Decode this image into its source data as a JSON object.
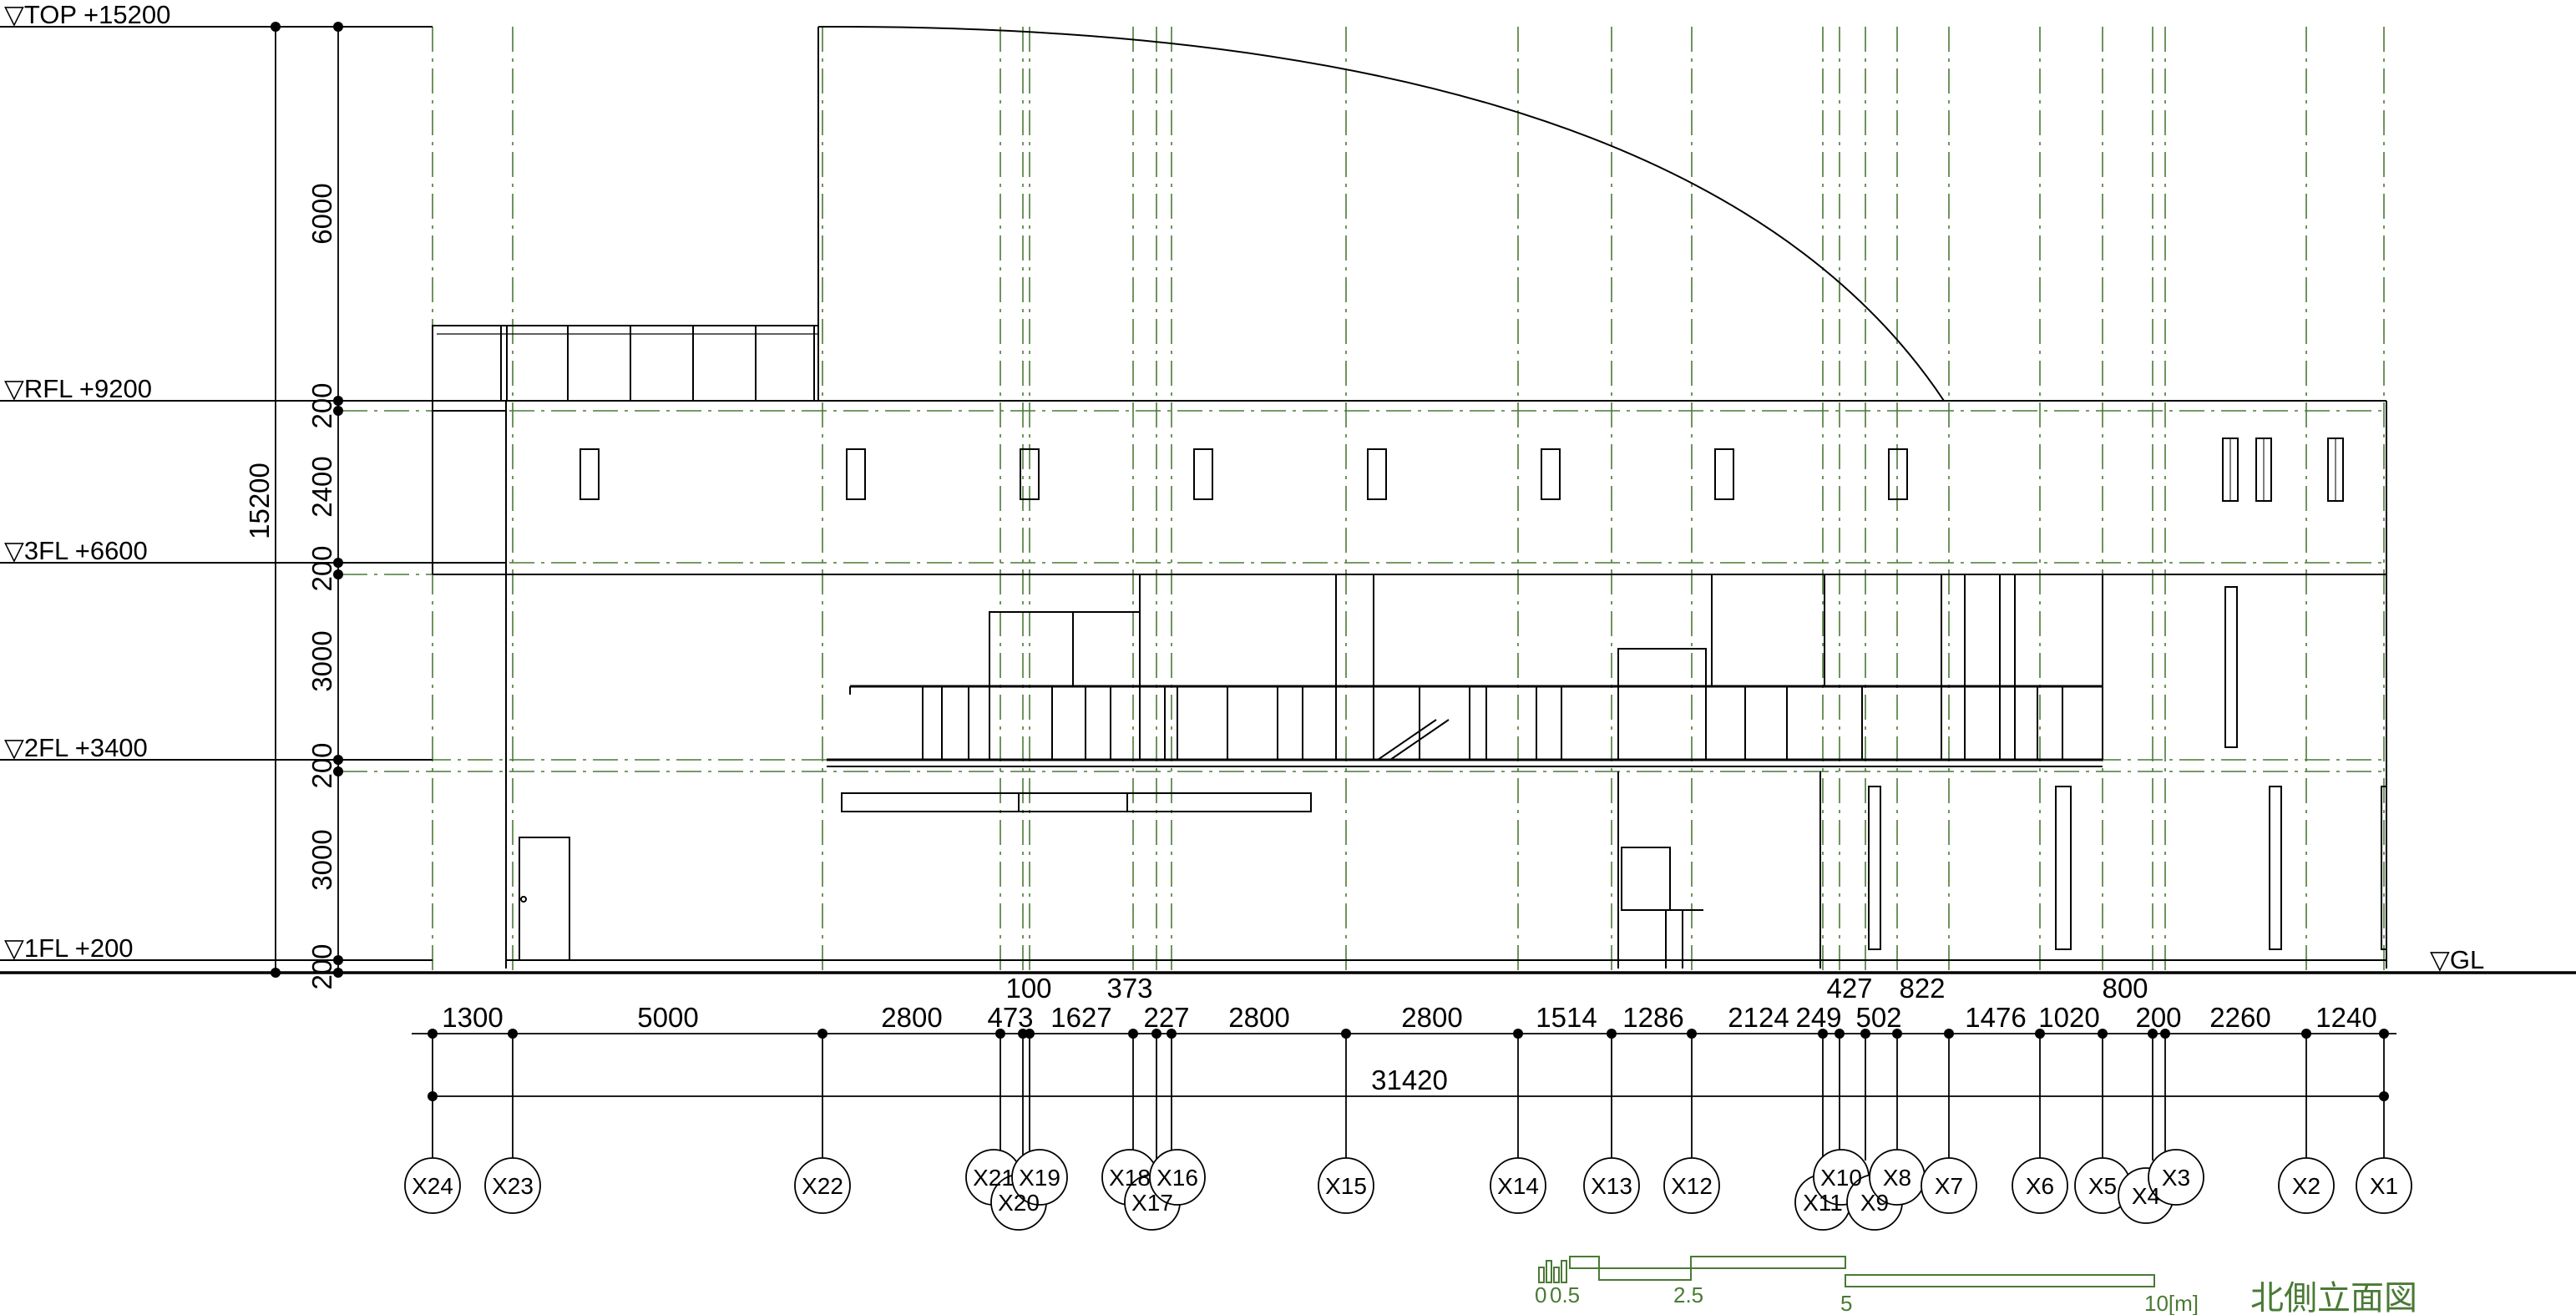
{
  "levels": [
    {
      "key": "top",
      "label": "▽TOP +15200"
    },
    {
      "key": "rfl",
      "label": "▽RFL +9200"
    },
    {
      "key": "fl3",
      "label": "▽3FL +6600"
    },
    {
      "key": "fl2",
      "label": "▽2FL +3400"
    },
    {
      "key": "fl1",
      "label": "▽1FL +200"
    },
    {
      "key": "gl",
      "label": "▽GL"
    }
  ],
  "vertical_dims": {
    "total": "15200",
    "segments": [
      "6000",
      "200",
      "2400",
      "200",
      "3000",
      "200",
      "3000",
      "200"
    ]
  },
  "horizontal_dims": {
    "main": [
      "1300",
      "5000",
      "2800",
      "473",
      "100",
      "1627",
      "373",
      "227",
      "2800",
      "2800",
      "1514",
      "1286",
      "2124",
      "249",
      "427",
      "502",
      "822",
      "1476",
      "1020",
      "800",
      "200",
      "2260",
      "1240"
    ],
    "total": "31420"
  },
  "grid_lines": [
    "X24",
    "X23",
    "X22",
    "X21",
    "X20",
    "X19",
    "X18",
    "X17",
    "X16",
    "X15",
    "X14",
    "X13",
    "X12",
    "X11",
    "X10",
    "X9",
    "X8",
    "X7",
    "X6",
    "X5",
    "X4",
    "X3",
    "X2",
    "X1"
  ],
  "scale_bar": {
    "labels": [
      "0",
      "0.5",
      "2.5",
      "5",
      "10[m]"
    ]
  },
  "title": "北側立面図",
  "colors": {
    "line": "#000000",
    "grid": "#4a7a35",
    "annotation": "#4a7a35"
  }
}
